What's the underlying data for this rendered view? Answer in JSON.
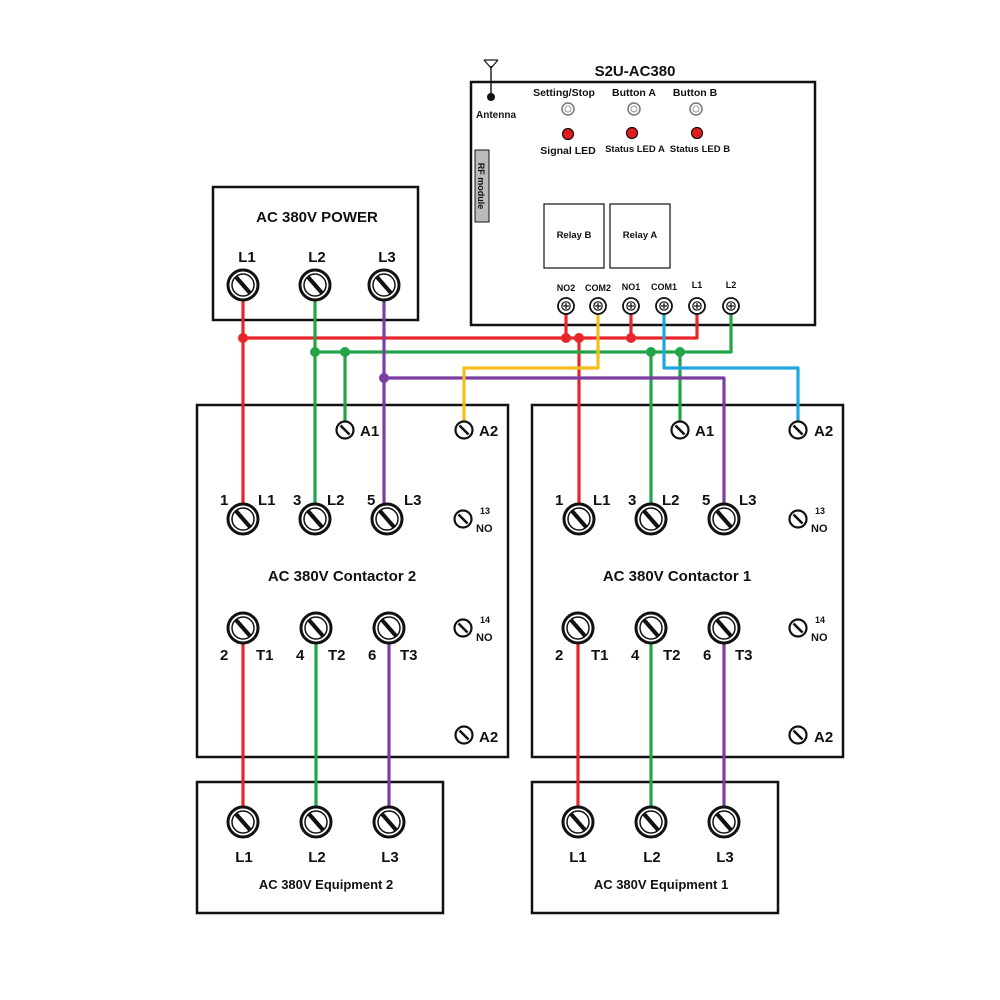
{
  "colors": {
    "L1": "#e8262a",
    "L2": "#23a547",
    "L3": "#7b3fa3",
    "COM2": "#f6bd1a",
    "COM1": "#22a6e0",
    "led": "#e11b1b"
  },
  "receiver": {
    "title": "S2U-AC380",
    "antenna_label": "Antenna",
    "rf_module_label": "RF module",
    "buttons": [
      "Setting/Stop",
      "Button A",
      "Button B"
    ],
    "leds": [
      "Signal LED",
      "Status LED A",
      "Status LED B"
    ],
    "relays": [
      "Relay B",
      "Relay A"
    ],
    "terminals": [
      "NO2",
      "COM2",
      "NO1",
      "COM1",
      "L1",
      "L2"
    ]
  },
  "power": {
    "title": "AC 380V POWER",
    "terminals": [
      "L1",
      "L2",
      "L3"
    ]
  },
  "contactor2": {
    "title": "AC 380V Contactor 2",
    "a1": "A1",
    "a2_top": "A2",
    "a2_bottom": "A2",
    "inputs": [
      {
        "num": "1",
        "label": "L1"
      },
      {
        "num": "3",
        "label": "L2"
      },
      {
        "num": "5",
        "label": "L3"
      }
    ],
    "outputs": [
      {
        "num": "2",
        "label": "T1"
      },
      {
        "num": "4",
        "label": "T2"
      },
      {
        "num": "6",
        "label": "T3"
      }
    ],
    "aux": [
      {
        "num": "13",
        "label": "NO"
      },
      {
        "num": "14",
        "label": "NO"
      }
    ]
  },
  "contactor1": {
    "title": "AC 380V Contactor 1",
    "a1": "A1",
    "a2_top": "A2",
    "a2_bottom": "A2",
    "inputs": [
      {
        "num": "1",
        "label": "L1"
      },
      {
        "num": "3",
        "label": "L2"
      },
      {
        "num": "5",
        "label": "L3"
      }
    ],
    "outputs": [
      {
        "num": "2",
        "label": "T1"
      },
      {
        "num": "4",
        "label": "T2"
      },
      {
        "num": "6",
        "label": "T3"
      }
    ],
    "aux": [
      {
        "num": "13",
        "label": "NO"
      },
      {
        "num": "14",
        "label": "NO"
      }
    ]
  },
  "equipment2": {
    "title": "AC 380V Equipment 2",
    "terminals": [
      "L1",
      "L2",
      "L3"
    ]
  },
  "equipment1": {
    "title": "AC 380V Equipment 1",
    "terminals": [
      "L1",
      "L2",
      "L3"
    ]
  }
}
